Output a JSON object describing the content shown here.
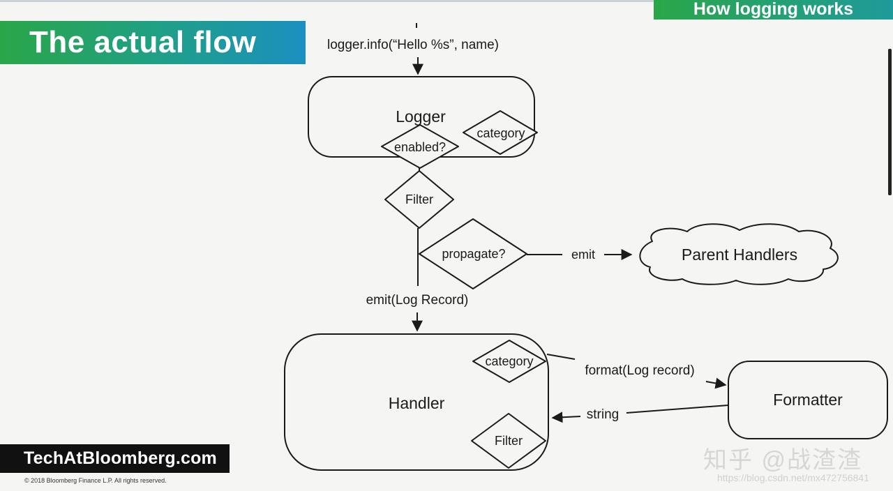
{
  "section_tag": "How logging works",
  "title": "The actual flow",
  "diagram": {
    "call": "logger.info(“Hello %s”, name)",
    "logger": "Logger",
    "logger_category": "category",
    "enabled": "enabled?",
    "filter": "Filter",
    "propagate": "propagate?",
    "emit_label": "emit",
    "parent_handlers": "Parent Handlers",
    "emit_record": "emit(Log Record)",
    "handler": "Handler",
    "handler_category": "category",
    "handler_filter": "Filter",
    "format_call": "format(Log record)",
    "formatter": "Formatter",
    "string_label": "string"
  },
  "brand": "TechAtBloomberg.com",
  "copyright": "© 2018 Bloomberg Finance L.P.  All rights reserved.",
  "watermark": {
    "cn": "知乎 @战渣渣",
    "url": "https://blog.csdn.net/mx472756841"
  },
  "colors": {
    "title_green": "#2aa648",
    "title_blue": "#1b8fc0",
    "brand_bg": "#111111",
    "stroke": "#1a1a1a"
  }
}
